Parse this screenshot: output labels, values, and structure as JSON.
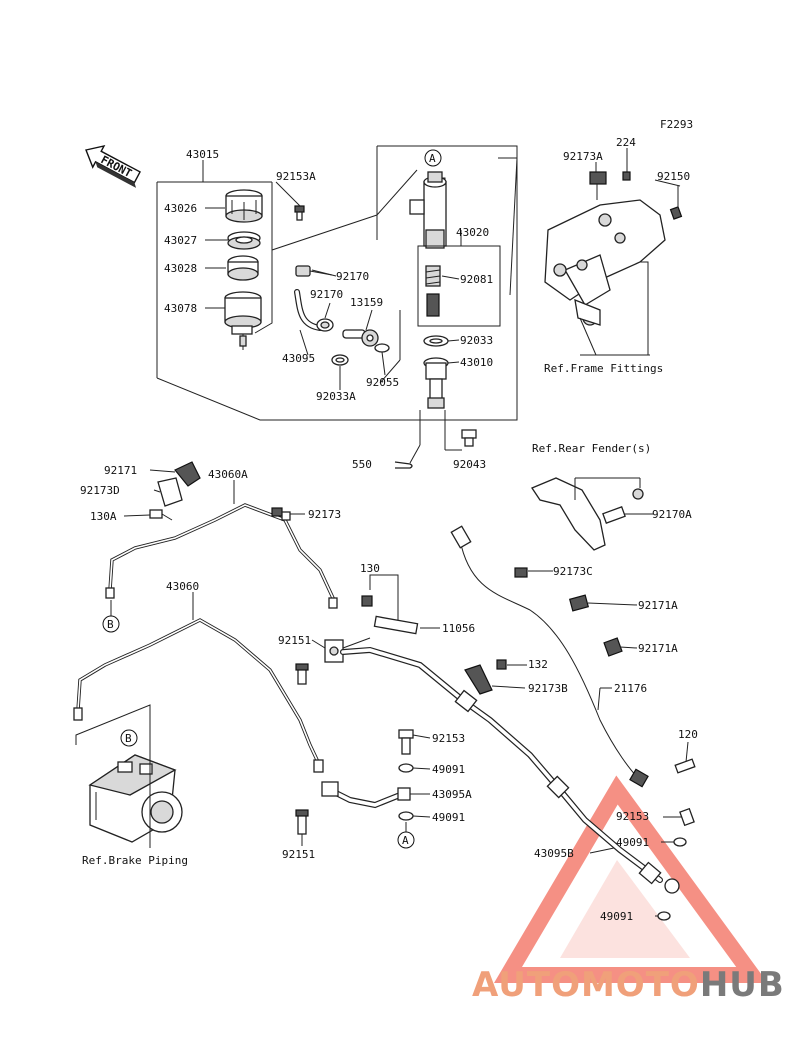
{
  "figure_code": "F2293",
  "front_label": "FRONT",
  "parts": {
    "p43015": "43015",
    "p43026": "43026",
    "p43027": "43027",
    "p43028": "43028",
    "p43078": "43078",
    "p92153A": "92153A",
    "p92170a": "92170",
    "p92170b": "92170",
    "p13159": "13159",
    "p43095": "43095",
    "p92055": "92055",
    "p92033A": "92033A",
    "p43020": "43020",
    "p92081": "92081",
    "p92033": "92033",
    "p43010": "43010",
    "p550": "550",
    "p92043": "92043",
    "p92173A": "92173A",
    "p224": "224",
    "p92150": "92150",
    "p92171": "92171",
    "p92173D": "92173D",
    "p130A": "130A",
    "p43060A": "43060A",
    "p92173": "92173",
    "p92170A": "92170A",
    "p43060": "43060",
    "p92173C": "92173C",
    "p130": "130",
    "p92171Aa": "92171A",
    "p92171Ab": "92171A",
    "p11056": "11056",
    "p92151a": "92151",
    "p132": "132",
    "p92173B": "92173B",
    "p21176": "21176",
    "p92153": "92153",
    "p49091a": "49091",
    "p43095A": "43095A",
    "p49091b": "49091",
    "p92151b": "92151",
    "p120": "120",
    "p92153b": "92153",
    "p49091c": "49091",
    "p43095B": "43095B",
    "p49091d": "49091"
  },
  "callouts": {
    "a_top": "A",
    "a_bottom": "A",
    "b_left": "B",
    "b_abs": "B"
  },
  "references": {
    "frame_fittings": "Ref.Frame Fittings",
    "rear_fender": "Ref.Rear Fender(s)",
    "brake_piping": "Ref.Brake Piping"
  },
  "watermark": {
    "part1": "AUTOMOTO",
    "part2": "HUB",
    "color_primary": "#f0a07a",
    "color_secondary": "#7a7a7a",
    "triangle_color": "#f26b5b"
  }
}
